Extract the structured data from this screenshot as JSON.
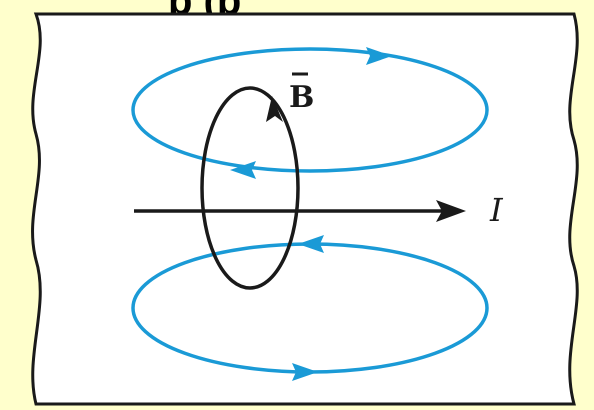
{
  "diagram": {
    "labels": {
      "field": "B",
      "current": "I",
      "top_cropped_text": "p (p"
    },
    "colors": {
      "background": "#ffffcc",
      "sheet": "#ffffff",
      "field_lines": "#1a9ad6",
      "current_and_loop": "#1a1a1a"
    },
    "icons": {
      "field_arrow": "arrowhead-icon",
      "current_arrow": "arrow-right-icon"
    }
  }
}
